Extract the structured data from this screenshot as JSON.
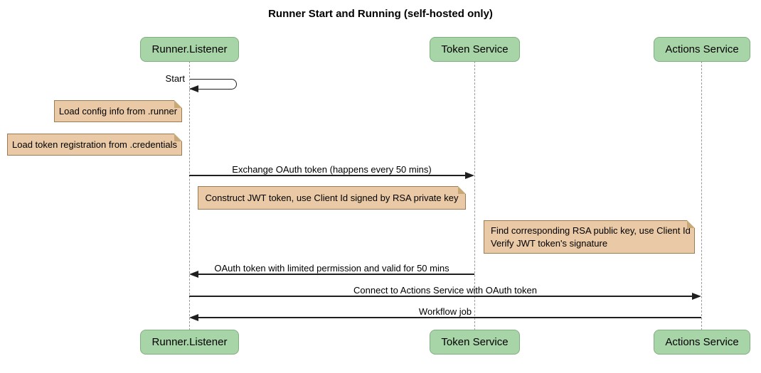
{
  "title": "Runner Start and Running (self-hosted only)",
  "participants": [
    {
      "label": "Runner.Listener"
    },
    {
      "label": "Token Service"
    },
    {
      "label": "Actions Service"
    }
  ],
  "messages": {
    "start": "Start",
    "exchange_oauth": "Exchange OAuth token (happens every 50 mins)",
    "oauth_return": "OAuth token with limited permission and valid for 50 mins",
    "connect_actions": "Connect to Actions Service with OAuth token",
    "workflow_job": "Workflow job"
  },
  "notes": {
    "load_config": "Load config info from .runner",
    "load_credentials": "Load token registration from .credentials",
    "construct_jwt": "Construct JWT token, use Client Id signed by RSA private key",
    "verify_jwt": "Find corresponding RSA public key, use Client Id\nVerify JWT token's signature"
  },
  "colors": {
    "participant_fill": "#A8D5A8",
    "participant_border": "#7FAE7F",
    "note_fill": "#EACAA6",
    "note_border": "#9A7B54",
    "note_fold": "#C9A878",
    "lifeline": "#999999",
    "arrow": "#1F1F1F",
    "background": "#FFFFFF",
    "text": "#000000"
  }
}
